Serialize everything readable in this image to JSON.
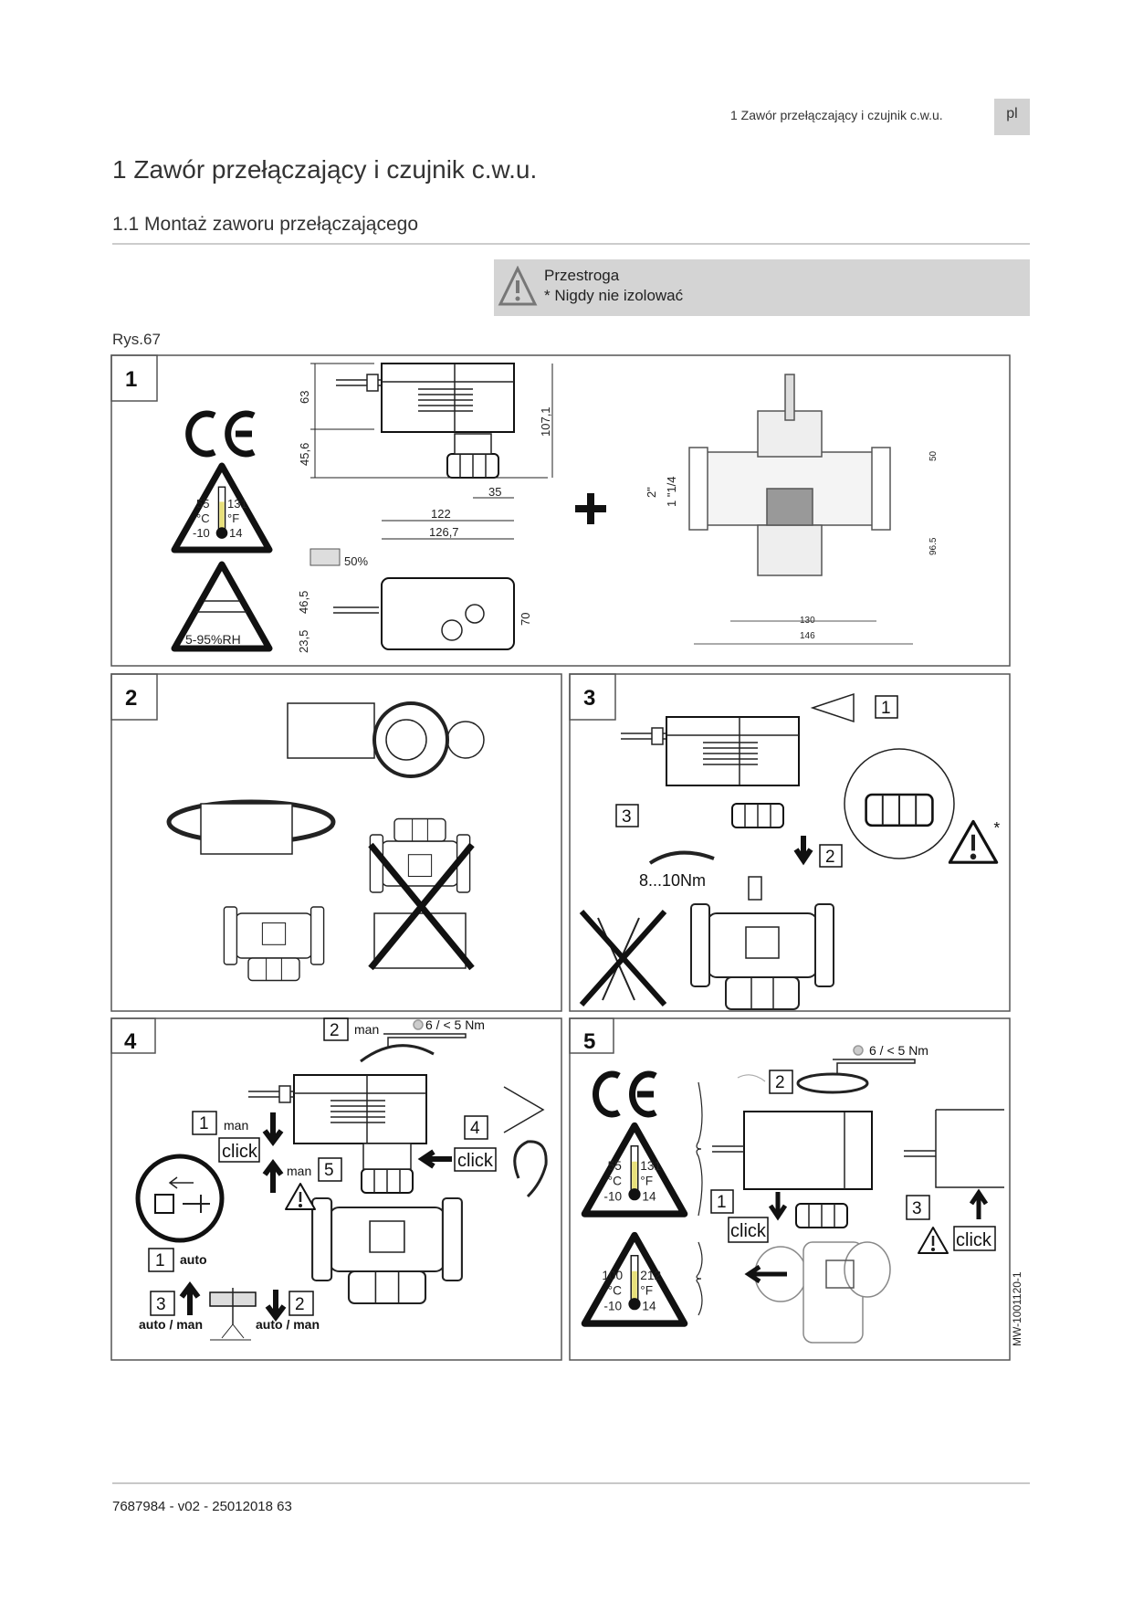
{
  "header": {
    "running_title": "1  Zawór przełączający i czujnik c.w.u.",
    "language": "pl"
  },
  "title": "1  Zawór przełączający i czujnik c.w.u.",
  "section": "1.1  Montaż zaworu przełączającego",
  "caution": {
    "title": "Przestroga",
    "text": "* Nigdy nie izolować"
  },
  "figure": {
    "caption": "Rys.67",
    "code": "MW-1001120-1",
    "panel1": {
      "number": "1",
      "dims": {
        "d63": "63",
        "d45_6": "45,6",
        "d107_1": "107,1",
        "d35": "35",
        "d122": "122",
        "d126_7": "126,7",
        "pct": "50%",
        "d46_5": "46,5",
        "d23_5": "23,5",
        "d70": "70",
        "d2in": "2\"",
        "d1_1_4": "1 \"1/4",
        "d50": "50",
        "d96_5": "96.5",
        "d130": "130",
        "d146": "146"
      },
      "temp": {
        "c_max": "55",
        "f_max": "131",
        "c_unit": "°C",
        "f_unit": "°F",
        "c_min": "-10",
        "f_min": "14"
      },
      "humidity": "5-95%RH"
    },
    "panel2": {
      "number": "2"
    },
    "panel3": {
      "number": "3",
      "step1": "1",
      "step2": "2",
      "step3": "3",
      "torque": "8...10Nm"
    },
    "panel4": {
      "number": "4",
      "s1": "1",
      "man": "man",
      "click": "click",
      "s2": "2",
      "hex": "6 / < 5 Nm",
      "s5": "5",
      "s4": "4",
      "auto": "auto",
      "auto_man": "auto / man",
      "s3": "3"
    },
    "panel5": {
      "number": "5",
      "hex": "6 / < 5 Nm",
      "s1": "1",
      "s2": "2",
      "s3": "3",
      "click": "click",
      "temp1": {
        "c_max": "55",
        "f_max": "131",
        "c_unit": "°C",
        "f_unit": "°F",
        "c_min": "-10",
        "f_min": "14"
      },
      "temp2": {
        "c_max": "100",
        "f_max": "212",
        "c_unit": "°C",
        "f_unit": "°F",
        "c_min": "-10",
        "f_min": "14"
      }
    }
  },
  "footer": "7687984 - v02 - 25012018 63"
}
